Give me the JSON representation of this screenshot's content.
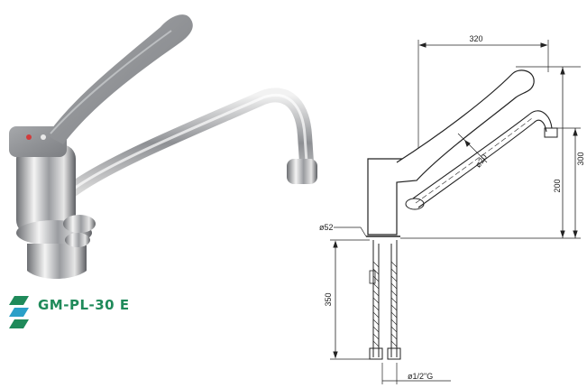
{
  "product": {
    "code": "GM-PL-30 E",
    "brand_color": "#1f8a5a"
  },
  "drawing": {
    "dim_width": "320",
    "dim_height_total": "300",
    "dim_height_spout": "200",
    "dim_pipe_diameter": "ø20",
    "dim_base_diameter": "ø52",
    "dim_shank_length": "350",
    "dim_connection": "ø1/2\"G"
  }
}
